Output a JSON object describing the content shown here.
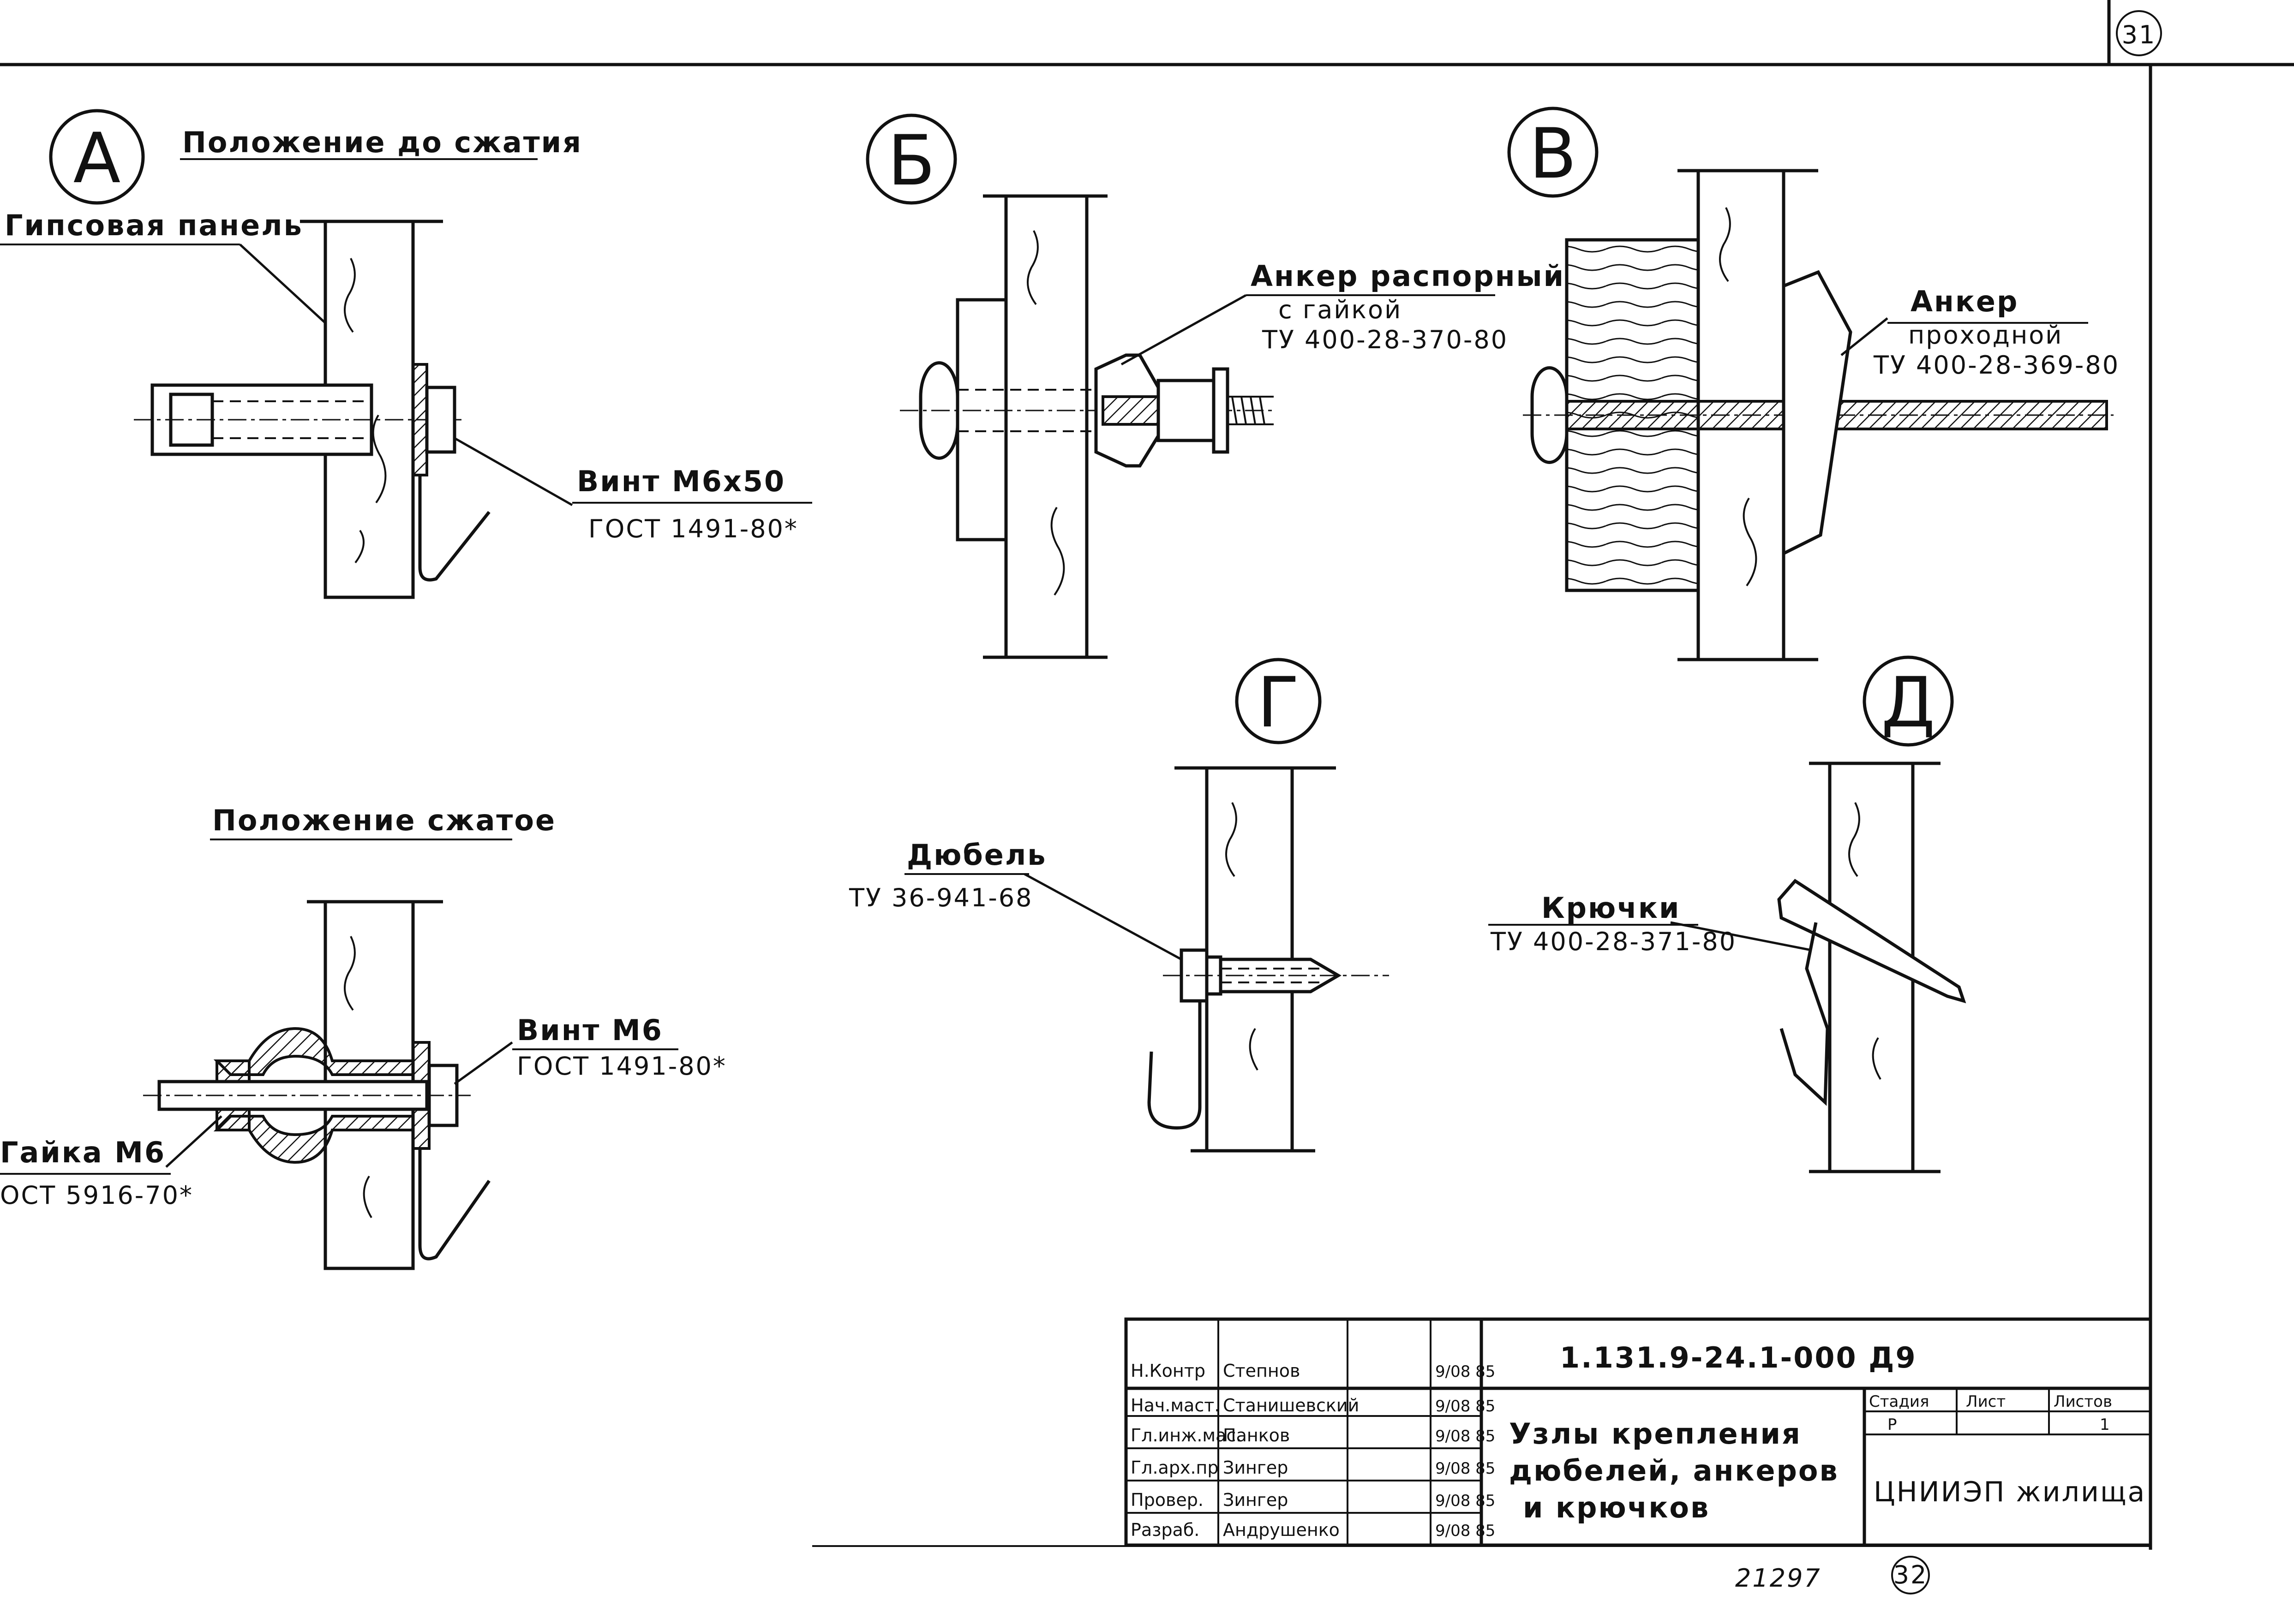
{
  "sheet": {
    "page_number_top": "31",
    "page_number_bottom": "32",
    "archive_number": "21297"
  },
  "details": {
    "a": {
      "letter": "А",
      "title_uncompressed": "Положение до сжатия",
      "panel_label": "Гипсовая панель",
      "screw_label": "Винт М6х50",
      "screw_standard": "ГОСТ 1491-80*",
      "title_compressed": "Положение сжатое",
      "screw2_label": "Винт М6",
      "screw2_standard": "ГОСТ 1491-80*",
      "nut_label": "Гайка М6",
      "nut_standard": "ОСТ 5916-70*"
    },
    "b": {
      "letter": "Б",
      "anchor_label_1": "Анкер распорный",
      "anchor_label_2": "с гайкой",
      "anchor_standard": "ТУ 400-28-370-80"
    },
    "v": {
      "letter": "В",
      "anchor_label_1": "Анкер",
      "anchor_label_2": "проходной",
      "anchor_standard": "ТУ 400-28-369-80"
    },
    "g": {
      "letter": "Г",
      "dowel_label": "Дюбель",
      "dowel_standard": "ТУ 36-941-68"
    },
    "d": {
      "letter": "Д",
      "hook_label": "Крючки",
      "hook_standard": "ТУ 400-28-371-80"
    }
  },
  "title_block": {
    "doc_code": "1.131.9-24.1-000 Д9",
    "title_line1": "Узлы крепления",
    "title_line2": "дюбелей, анкеров",
    "title_line3": "и крючков",
    "col_stage": "Стадия",
    "col_sheet": "Лист",
    "col_sheets": "Листов",
    "stage": "Р",
    "sheet_count": "1",
    "organization": "ЦНИИЭП жилища",
    "rows": [
      {
        "role": "Н.Контр",
        "name": "Степнов",
        "date": "9/08 85"
      },
      {
        "role": "Нач.маст.",
        "name": "Станишевский",
        "date": "9/08 85"
      },
      {
        "role": "Гл.инж.мас.",
        "name": "Панков",
        "date": "9/08 85"
      },
      {
        "role": "Гл.арх.пр",
        "name": "Зингер",
        "date": "9/08 85"
      },
      {
        "role": "Провер.",
        "name": "Зингер",
        "date": "9/08 85"
      },
      {
        "role": "Разраб.",
        "name": "Андрушенко",
        "date": "9/08 85"
      }
    ]
  },
  "colors": {
    "ink": "#111111",
    "paper": "#ffffff"
  }
}
